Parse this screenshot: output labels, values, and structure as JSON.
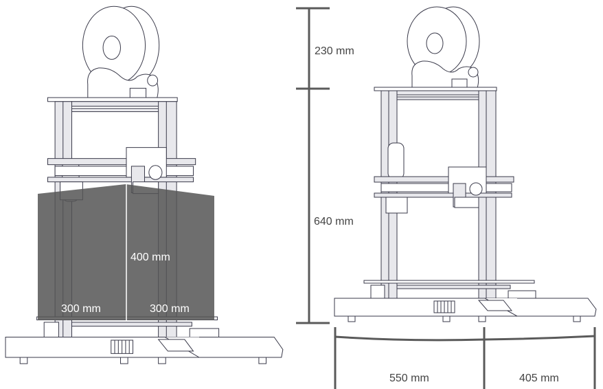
{
  "title": "3D printer dimensions",
  "colors": {
    "line": "#3a3a4a",
    "dimension": "#5a5a5a",
    "build_volume": "#555555"
  },
  "build_volume": {
    "height_label": "400 mm",
    "width_label": "300 mm",
    "depth_label": "300 mm"
  },
  "overall": {
    "spool_height_label": "230 mm",
    "frame_height_label": "640 mm",
    "base_width_label": "550 mm",
    "extension_width_label": "405 mm"
  }
}
